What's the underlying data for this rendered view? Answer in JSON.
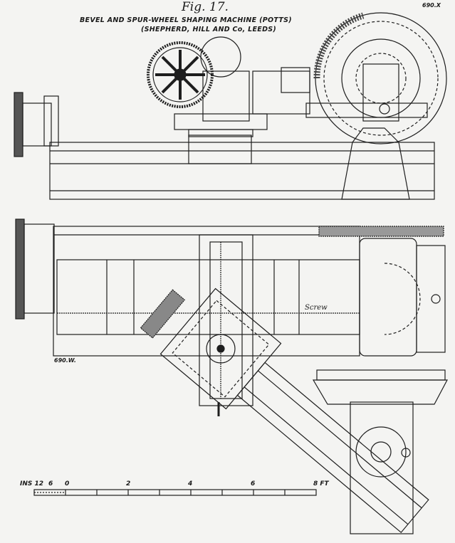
{
  "figure": {
    "label": "Fig. 17.",
    "title_line1": "BEVEL AND SPUR-WHEEL SHAPING MACHINE (POTTS)",
    "title_line2": "(SHEPHERD, HILL AND Co, LEEDS)",
    "ref_top": "690.X",
    "ref_plan": "690.W."
  },
  "annotations": {
    "screw": "Screw"
  },
  "scale": {
    "labels": [
      "INS 12",
      "6",
      "0",
      "2",
      "4",
      "6",
      "8 FT"
    ]
  },
  "colors": {
    "ink": "#1e1e1e",
    "paper": "#f4f4f2"
  }
}
